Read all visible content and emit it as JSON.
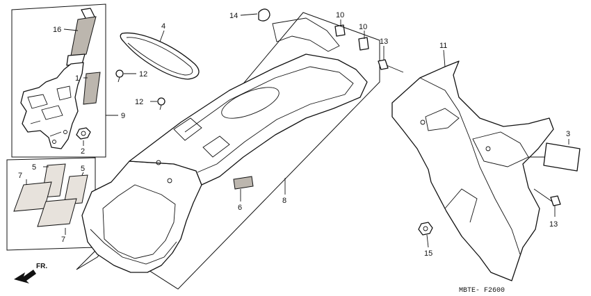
{
  "diagram": {
    "code": "MBTE- F2600",
    "direction_label": "FR.",
    "callouts": [
      {
        "id": "c16",
        "label": "16"
      },
      {
        "id": "c1",
        "label": "1"
      },
      {
        "id": "c9",
        "label": "9"
      },
      {
        "id": "c2",
        "label": "2"
      },
      {
        "id": "c4",
        "label": "4"
      },
      {
        "id": "c12a",
        "label": "12"
      },
      {
        "id": "c12b",
        "label": "12"
      },
      {
        "id": "c14",
        "label": "14"
      },
      {
        "id": "c10a",
        "label": "10"
      },
      {
        "id": "c10b",
        "label": "10"
      },
      {
        "id": "c13a",
        "label": "13"
      },
      {
        "id": "c11",
        "label": "11"
      },
      {
        "id": "c3",
        "label": "3"
      },
      {
        "id": "c13b",
        "label": "13"
      },
      {
        "id": "c15",
        "label": "15"
      },
      {
        "id": "c8",
        "label": "8"
      },
      {
        "id": "c6",
        "label": "6"
      },
      {
        "id": "c5a",
        "label": "5"
      },
      {
        "id": "c5b",
        "label": "5"
      },
      {
        "id": "c7a",
        "label": "7"
      },
      {
        "id": "c7b",
        "label": "7"
      }
    ]
  }
}
